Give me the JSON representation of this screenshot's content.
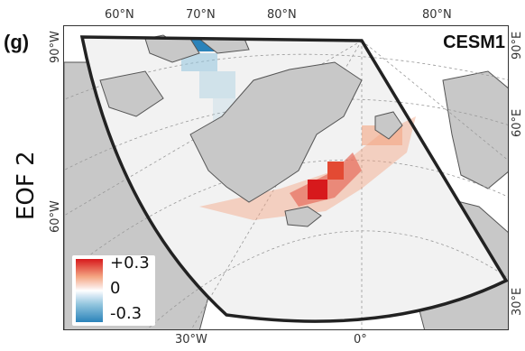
{
  "panel_letter": "(g)",
  "row_label": "EOF 2",
  "model_label": "CESM1",
  "top_ticks": [
    "60°N",
    "70°N",
    "80°N",
    "80°N"
  ],
  "left_ticks": [
    "90°W",
    "60°W"
  ],
  "right_ticks": [
    "90°E",
    "60°E",
    "30°E"
  ],
  "bottom_ticks": [
    "30°W",
    "0°"
  ],
  "legend": {
    "max_label": "+0.3",
    "mid_label": "0",
    "min_label": "-0.3",
    "colors": {
      "positive": "#d7191c",
      "zero": "#ffffff",
      "negative": "#2b83ba"
    }
  },
  "colors": {
    "land": "#c8c8c8",
    "ocean_outside": "#ffffff",
    "ocean_inside": "#f2f2f2",
    "coast": "#555555"
  }
}
